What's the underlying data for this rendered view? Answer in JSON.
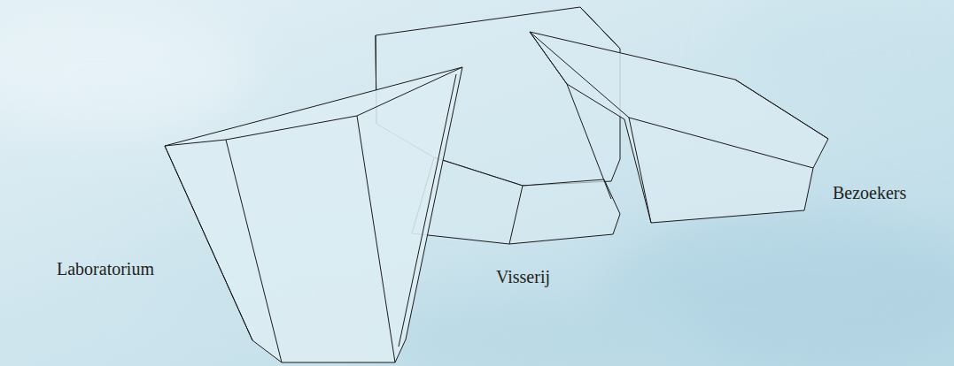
{
  "diagram": {
    "labels": [
      "Laboratorium",
      "Visserij",
      "Bezoekers"
    ]
  }
}
